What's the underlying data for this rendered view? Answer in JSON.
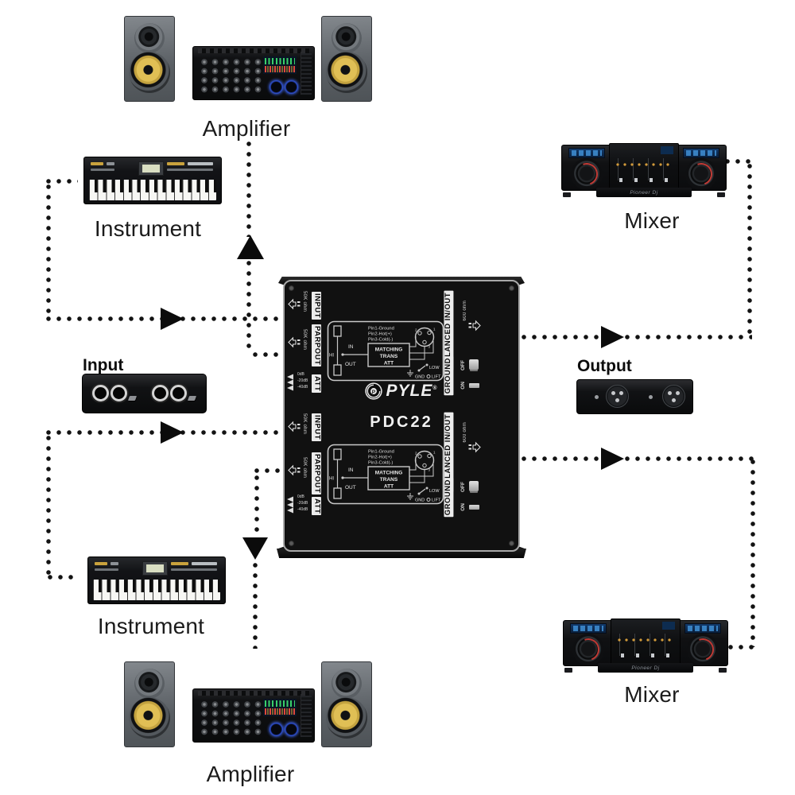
{
  "labels": {
    "amplifier": "Amplifier",
    "instrument": "Instrument",
    "mixer": "Mixer",
    "input": "Input",
    "output": "Output"
  },
  "mixer_unit": {
    "brand": "Pioneer Dj"
  },
  "device": {
    "brand": "PYLE",
    "registered": "®",
    "logo_letter": "P",
    "model": "PDC22",
    "jack_labels": {
      "input": "INPUT",
      "input_impedance": "50K ohm",
      "parallel_out": "PARPOUT",
      "parallel_out_impedance": "50K ohm",
      "attenuator": "ATT",
      "attenuator_steps": [
        "0dB",
        "-20dB",
        "-40dB"
      ]
    },
    "output_labels": {
      "balanced": "BALANCED IN/OUT",
      "balanced_impedance": "600 ohm",
      "ground": "GROUND",
      "switch_off": "OFF",
      "switch_on": "ON"
    },
    "circuit": {
      "pin1": "Pin1-Ground",
      "pin2": "Pin2-Hot(+)",
      "pin3": "Pin3-Cold(-)",
      "block_line1": "MATCHING",
      "block_line2": "TRANS",
      "block_line3": "ATT",
      "jack_in": "IN",
      "jack_out": "OUT",
      "hi": "HI",
      "low": "LOW",
      "gnd": "GND",
      "lift": "LIFT",
      "xlr_pin1": "1",
      "xlr_pin2": "2",
      "xlr_pin3": "3"
    }
  },
  "colors": {
    "background": "#ffffff",
    "dotted_line": "#131313",
    "device_body": "#111111",
    "label_bg": "#ececec",
    "speaker_cone": "#debd53",
    "amp_knob_glow": "#3f6cff",
    "mixer_screen": "#123a6b",
    "jog_accent": "#c03a35"
  }
}
